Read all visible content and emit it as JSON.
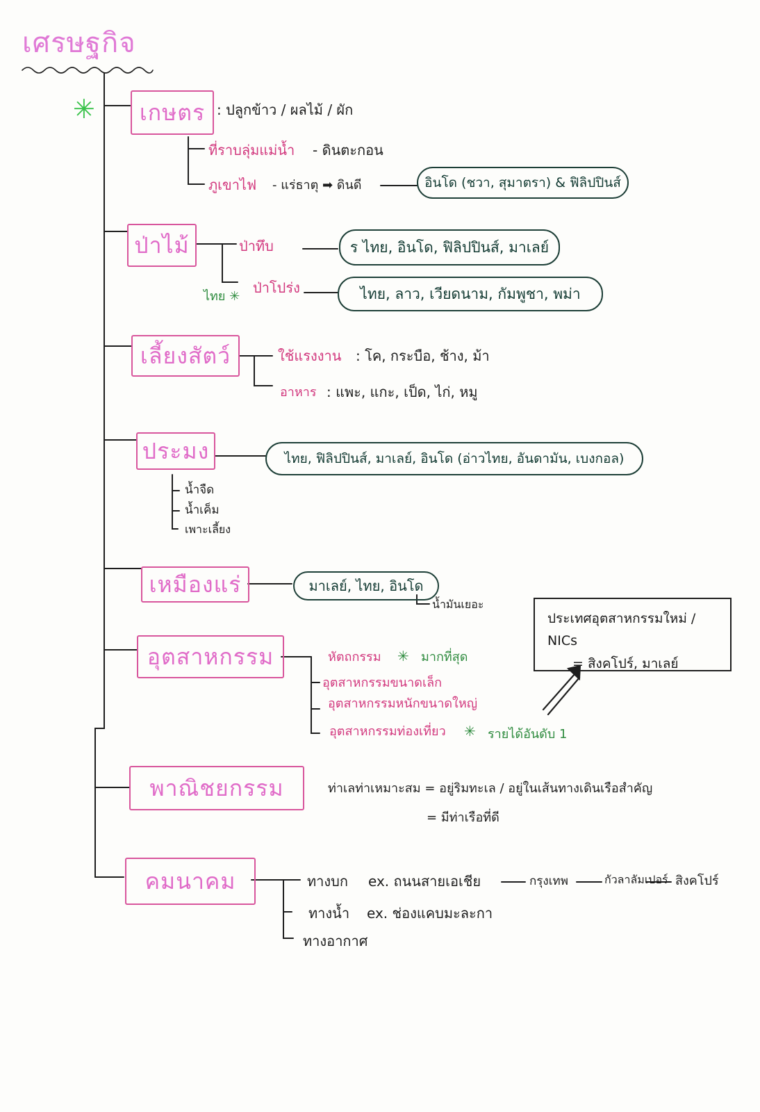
{
  "title": "เศรษฐกิจ",
  "colors": {
    "heading": "#e06bc8",
    "subtopic": "#d2387e",
    "note": "#2e8b3e",
    "oval_border": "#1d3f37",
    "ink": "#1e1e1e"
  },
  "agriculture": {
    "label": "เกษตร",
    "detail": ": ปลูกข้าว / ผลไม้ / ผัก",
    "plain_label": "ที่ราบลุ่มแม่น้ำ",
    "plain_detail": "- ดินตะกอน",
    "volcano_label": "ภูเขาไฟ",
    "volcano_detail": "- แร่ธาตุ ➡ ดินดี",
    "countries": "อินโด (ชวา, สุมาตรา) & ฟิลิปปินส์",
    "star_icon": "asterisk-star"
  },
  "forest": {
    "label": "ป่าไม้",
    "evergreen_label": "ป่าทึบ",
    "evergreen_countries": "ร ไทย, อินโด, ฟิลิปปินส์, มาเลย์",
    "deciduous_label": "ป่าโปร่ง",
    "deciduous_note": "ไทย ✳",
    "deciduous_countries": "ไทย, ลาว, เวียดนาม, กัมพูชา, พม่า"
  },
  "livestock": {
    "label": "เลี้ยงสัตว์",
    "labor_label": "ใช้แรงงาน",
    "labor_animals": ": โค, กระบือ, ช้าง, ม้า",
    "food_label": "อาหาร",
    "food_animals": ": แพะ, แกะ, เป็ด, ไก่, หมู"
  },
  "fishery": {
    "label": "ประมง",
    "countries": "ไทย, ฟิลิปปินส์, มาเลย์, อินโด (อ่าวไทย, อันดามัน, เบงกอล)",
    "types": [
      "น้ำจืด",
      "น้ำเค็ม",
      "เพาะเลี้ยง"
    ]
  },
  "mining": {
    "label": "เหมืองแร่",
    "countries": "มาเลย์, ไทย, อินโด",
    "note": "น้ำมันเยอะ"
  },
  "industry": {
    "label": "อุตสาหกรรม",
    "items": [
      {
        "text": "หัตถกรรม",
        "star": "✳",
        "note": "มากที่สุด"
      },
      {
        "text": "อุตสาหกรรมขนาดเล็ก"
      },
      {
        "text": "อุตสาหกรรมหนักขนาดใหญ่"
      },
      {
        "text": "อุตสาหกรรมท่องเที่ยว",
        "star": "✳",
        "note": "รายได้อันดับ 1"
      }
    ],
    "nics_line1": "ประเทศอุตสาหกรรมใหม่ / NICs",
    "nics_line2": "= สิงคโปร์, มาเลย์"
  },
  "commerce": {
    "label": "พาณิชยกรรม",
    "line1": "ท่าเลท่าเหมาะสม = อยู่ริมทะเล / อยู่ในเส้นทางเดินเรือสำคัญ",
    "line2": "= มีท่าเรือที่ดี"
  },
  "transport": {
    "label": "คมนาคม",
    "land_label": "ทางบก",
    "land_example": "ex. ถนนสายเอเชีย",
    "land_route": [
      "กรุงเทพ",
      "กัวลาลัมเปอร์",
      "สิงคโปร์"
    ],
    "water_label": "ทางน้ำ",
    "water_example": "ex. ช่องแคบมะละกา",
    "air_label": "ทางอากาศ"
  }
}
